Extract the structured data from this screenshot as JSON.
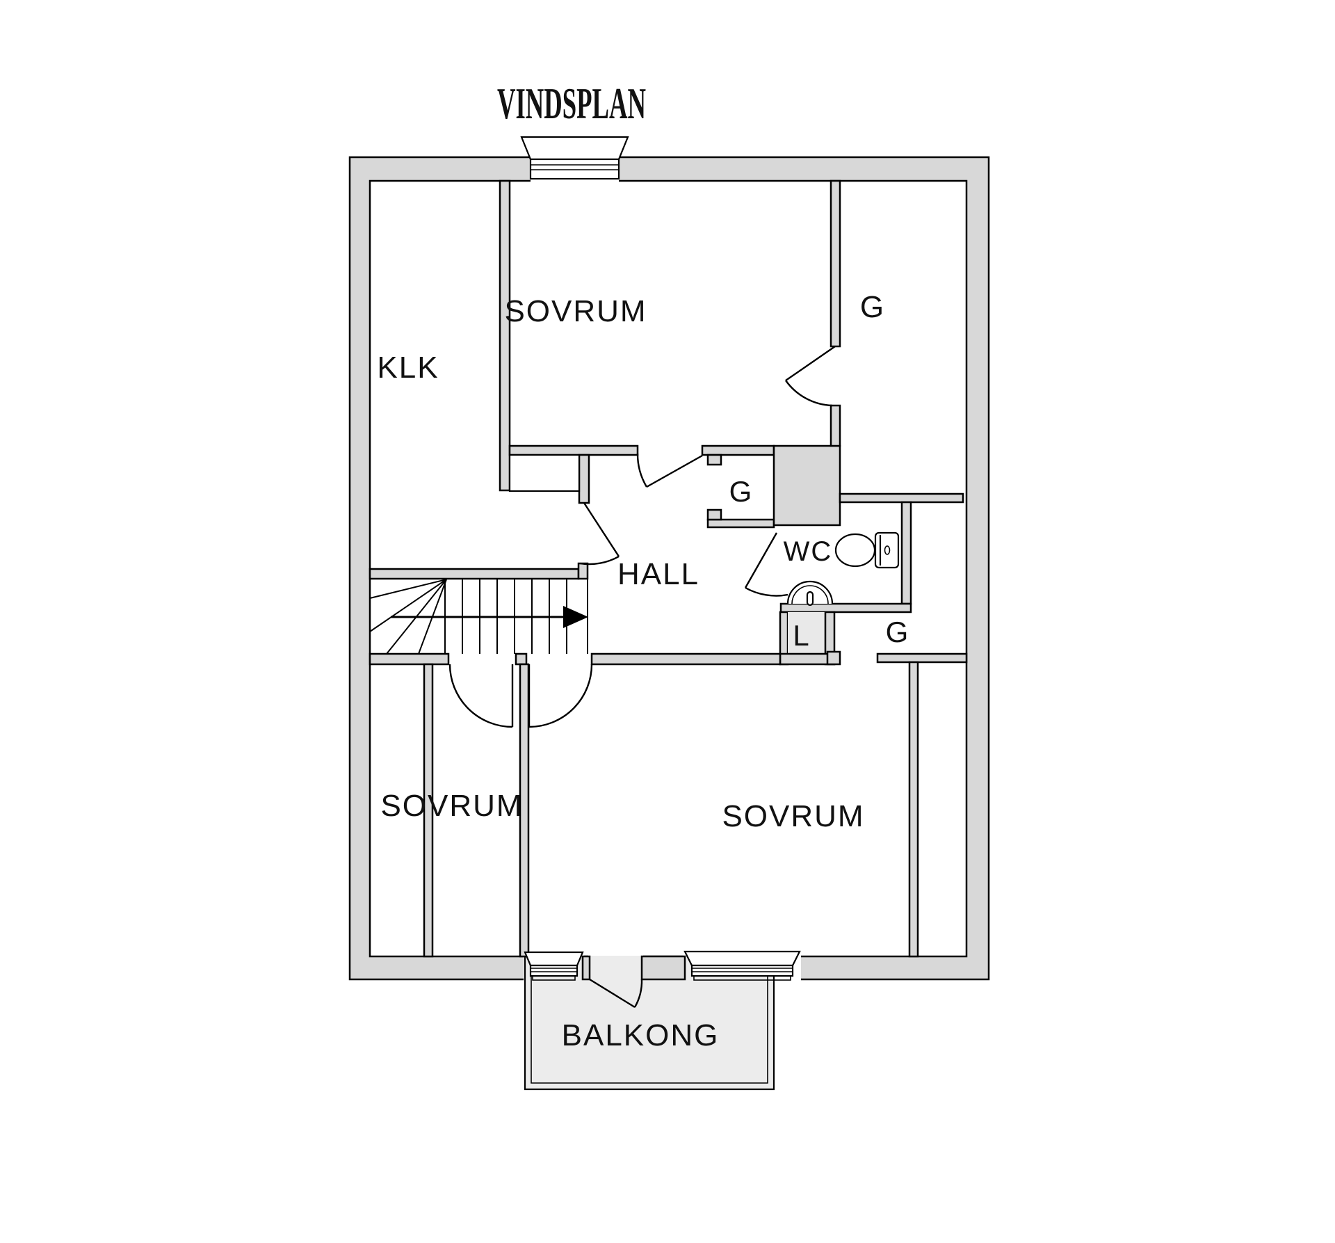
{
  "title": "VINDSPLAN",
  "floorplan": {
    "rooms": {
      "klk": "KLK",
      "sovrum_top": "SOVRUM",
      "g_top": "G",
      "hall": "HALL",
      "g_closet": "G",
      "wc": "WC",
      "l_closet": "L",
      "g_right": "G",
      "sovrum_bottom_left": "SOVRUM",
      "sovrum_bottom_right": "SOVRUM",
      "balcony": "BALKONG"
    },
    "colors": {
      "wall_fill": "#d8d8d8",
      "balcony_fill": "#ececec",
      "l_closet_fill": "#e9e9e9",
      "line": "#000000",
      "background": "#ffffff",
      "text": "#111111"
    },
    "icons": [
      "stairs-icon",
      "stairs-direction-arrow-icon",
      "toilet-icon",
      "sink-icon",
      "window-icon",
      "door-swing-icon"
    ]
  }
}
